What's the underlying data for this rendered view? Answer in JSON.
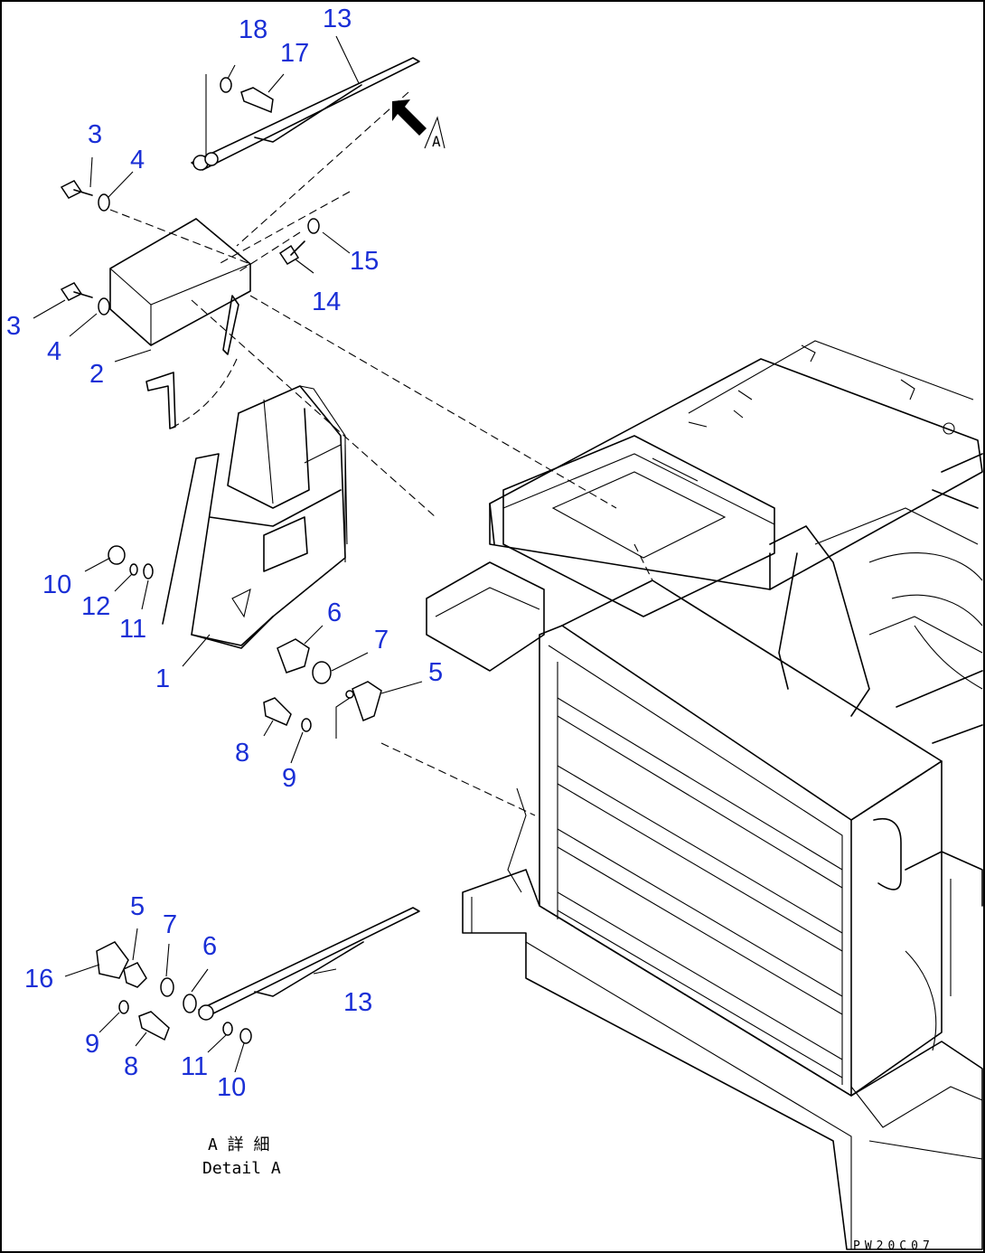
{
  "callouts": [
    {
      "id": "c18",
      "text": "18"
    },
    {
      "id": "c17",
      "text": "17"
    },
    {
      "id": "c13a",
      "text": "13"
    },
    {
      "id": "c3a",
      "text": "3"
    },
    {
      "id": "c4a",
      "text": "4"
    },
    {
      "id": "c15",
      "text": "15"
    },
    {
      "id": "c14",
      "text": "14"
    },
    {
      "id": "c3b",
      "text": "3"
    },
    {
      "id": "c4b",
      "text": "4"
    },
    {
      "id": "c2",
      "text": "2"
    },
    {
      "id": "c10a",
      "text": "10"
    },
    {
      "id": "c12",
      "text": "12"
    },
    {
      "id": "c11a",
      "text": "11"
    },
    {
      "id": "c1",
      "text": "1"
    },
    {
      "id": "c6a",
      "text": "6"
    },
    {
      "id": "c7a",
      "text": "7"
    },
    {
      "id": "c5a",
      "text": "5"
    },
    {
      "id": "c8a",
      "text": "8"
    },
    {
      "id": "c9a",
      "text": "9"
    },
    {
      "id": "c5b",
      "text": "5"
    },
    {
      "id": "c7b",
      "text": "7"
    },
    {
      "id": "c6b",
      "text": "6"
    },
    {
      "id": "c16",
      "text": "16"
    },
    {
      "id": "c13b",
      "text": "13"
    },
    {
      "id": "c9b",
      "text": "9"
    },
    {
      "id": "c8b",
      "text": "8"
    },
    {
      "id": "c11b",
      "text": "11"
    },
    {
      "id": "c10b",
      "text": "10"
    }
  ],
  "view_marker": "A",
  "detail_caption_jp": "A 詳 細",
  "detail_caption_en": "Detail A",
  "drawing_code": "PW20C07",
  "label_color": "#1a2fd6"
}
